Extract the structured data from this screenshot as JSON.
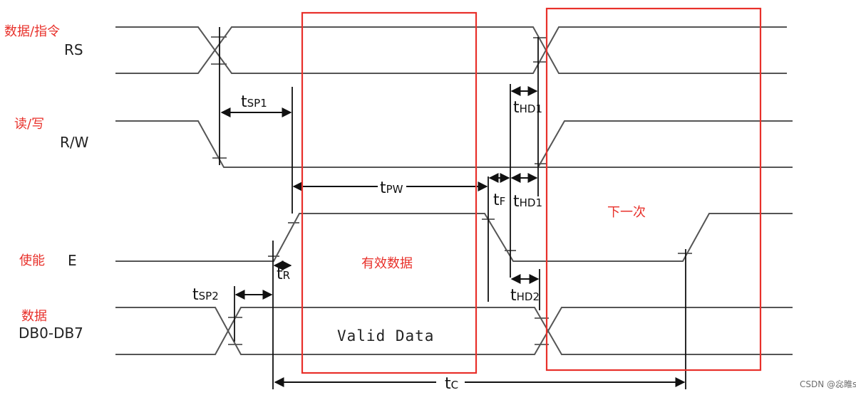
{
  "signals": {
    "rs": {
      "cn": "数据/指令",
      "en": "RS"
    },
    "rw": {
      "cn": "读/写",
      "en": "R/W"
    },
    "e": {
      "cn": "使能",
      "en": "E"
    },
    "db": {
      "cn": "数据",
      "en": "DB0-DB7"
    }
  },
  "timing": {
    "sp1": {
      "main": "t",
      "sub": "SP1"
    },
    "sp2": {
      "main": "t",
      "sub": "SP2"
    },
    "pw": {
      "main": "t",
      "sub": "PW"
    },
    "r": {
      "main": "t",
      "sub": "R"
    },
    "f": {
      "main": "t",
      "sub": "F"
    },
    "hd1_top": {
      "main": "t",
      "sub": "HD1"
    },
    "hd1_mid": {
      "main": "t",
      "sub": "HD1"
    },
    "hd2": {
      "main": "t",
      "sub": "HD2"
    },
    "c": {
      "main": "t",
      "sub": "C"
    }
  },
  "annotations": {
    "valid_region": "有效数据",
    "next_cycle": "下一次",
    "valid_data": "Valid Data"
  },
  "colors": {
    "highlight": "#e8302a",
    "signal": "#555555"
  },
  "watermark": "CSDN @惢睢s"
}
